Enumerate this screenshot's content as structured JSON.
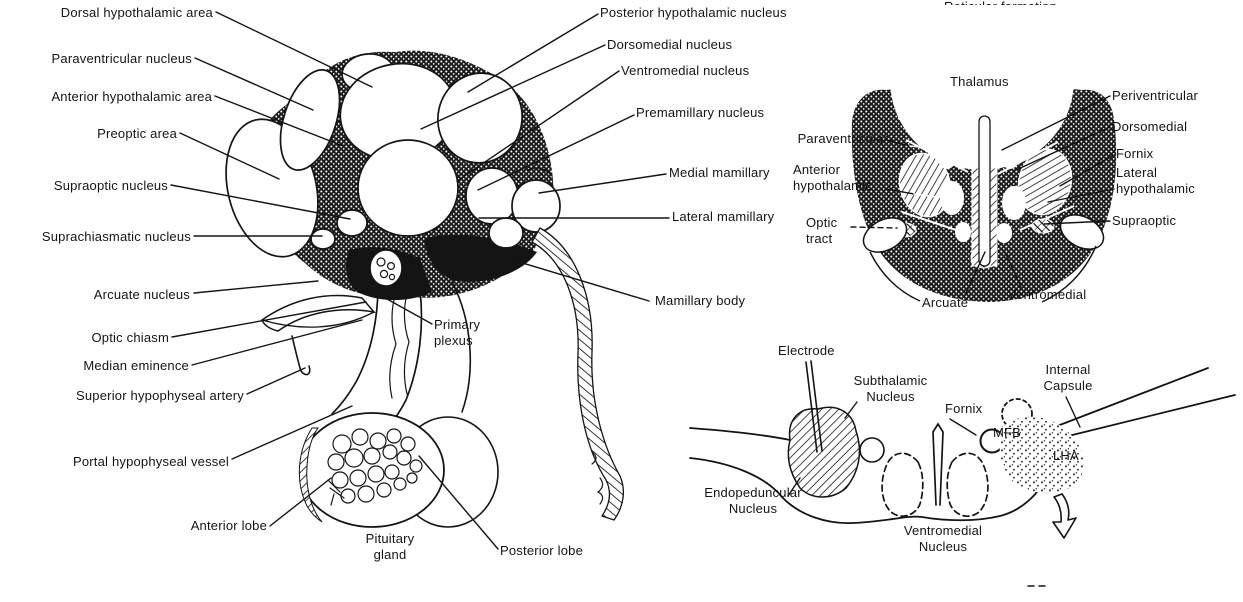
{
  "palette": {
    "ink": "#141414",
    "paper": "#ffffff"
  },
  "sagittal": {
    "labels": {
      "dorsal_hypothalamic_area": "Dorsal hypothalamic area",
      "paraventricular_nucleus": "Paraventricular nucleus",
      "anterior_hypothalamic_area": "Anterior hypothalamic area",
      "preoptic_area": "Preoptic area",
      "supraoptic_nucleus": "Supraoptic nucleus",
      "suprachiasmatic_nucleus": "Suprachiasmatic nucleus",
      "arcuate_nucleus": "Arcuate nucleus",
      "optic_chiasm": "Optic chiasm",
      "median_eminence": "Median eminence",
      "superior_hypophyseal_artery": "Superior hypophyseal artery",
      "portal_hypophyseal_vessel": "Portal hypophyseal vessel",
      "anterior_lobe": "Anterior lobe",
      "pituitary_gland": "Pituitary\ngland",
      "posterior_lobe": "Posterior lobe",
      "posterior_hypothalamic_nucleus": "Posterior hypothalamic nucleus",
      "dorsomedial_nucleus": "Dorsomedial nucleus",
      "ventromedial_nucleus": "Ventromedial nucleus",
      "premamillary_nucleus": "Premamillary nucleus",
      "medial_mamillary": "Medial mamillary",
      "lateral_mamillary": "Lateral mamillary",
      "mamillary_body": "Mamillary body",
      "primary_plexus": "Primary\nplexus"
    }
  },
  "coronal": {
    "clipped_caption": "Reticular formation",
    "labels": {
      "thalamus": "Thalamus",
      "periventricular": "Periventricular",
      "dorsomedial": "Dorsomedial",
      "fornix": "Fornix",
      "lateral_hypothalamic": "Lateral\nhypothalamic",
      "supraoptic": "Supraoptic",
      "paraventricular": "Paraventricular",
      "anterior_hypothalamic": "Anterior\nhypothalamic",
      "optic_tract": "Optic\ntract",
      "arcuate": "Arcuate",
      "ventromedial": "Ventromedial"
    }
  },
  "schematic": {
    "labels": {
      "electrode": "Electrode",
      "subthalamic_nucleus": "Subthalamic\nNucleus",
      "fornix": "Fornix",
      "internal_capsule": "Internal\nCapsule",
      "mfb": "MFB",
      "lha": "LHA",
      "endopeduncular_nucleus": "Endopeduncular\nNucleus",
      "ventromedial_nucleus": "Ventromedial\nNucleus"
    }
  }
}
